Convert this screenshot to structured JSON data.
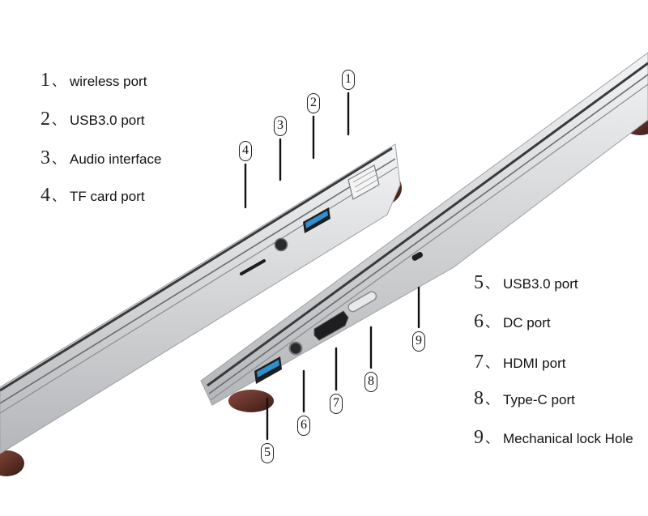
{
  "left_labels": [
    {
      "num": "1",
      "sep": "、",
      "text": "wireless port"
    },
    {
      "num": "2",
      "sep": "、",
      "text": "USB3.0 port"
    },
    {
      "num": "3",
      "sep": "、",
      "text": "Audio interface"
    },
    {
      "num": "4",
      "sep": "、",
      "text": "TF card port"
    }
  ],
  "right_labels": [
    {
      "num": "5",
      "sep": "、",
      "text": "USB3.0  port"
    },
    {
      "num": "6",
      "sep": "、",
      "text": "DC port"
    },
    {
      "num": "7",
      "sep": "、",
      "text": "HDMI port"
    },
    {
      "num": "8",
      "sep": "、",
      "text": "Type-C port"
    },
    {
      "num": "9",
      "sep": "、",
      "text": "Mechanical lock Hole"
    }
  ],
  "callouts": [
    "1",
    "2",
    "3",
    "4",
    "5",
    "6",
    "7",
    "8",
    "9"
  ],
  "colors": {
    "body_silver": "#d9dadc",
    "body_shadow": "#9a9ca0",
    "rubber_feet": "#5a2a22",
    "usb_blue": "#2f8fd0",
    "port_black": "#1e1e20"
  }
}
